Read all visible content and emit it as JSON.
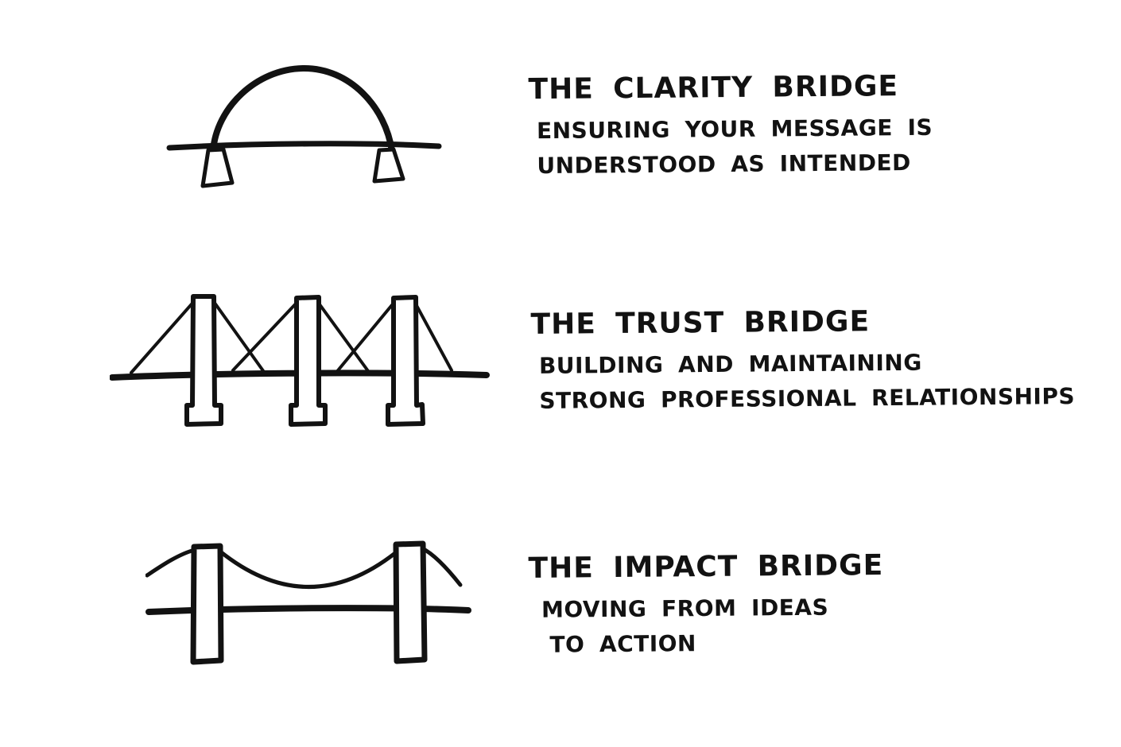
{
  "page": {
    "background_color": "#ffffff",
    "ink_color": "#121212",
    "style": "hand-drawn sketchnote"
  },
  "sections": [
    {
      "id": "clarity",
      "icon": "arch-bridge-icon",
      "title": "THE CLARITY BRIDGE",
      "subtitle_lines": [
        "ENSURING YOUR MESSAGE IS",
        "UNDERSTOOD AS INTENDED"
      ]
    },
    {
      "id": "trust",
      "icon": "cable-stayed-bridge-icon",
      "title": "THE TRUST BRIDGE",
      "subtitle_lines": [
        "BUILDING AND MAINTAINING",
        "STRONG PROFESSIONAL RELATIONSHIPS"
      ]
    },
    {
      "id": "impact",
      "icon": "suspension-bridge-icon",
      "title": "THE IMPACT BRIDGE",
      "subtitle_lines": [
        "MOVING FROM IDEAS",
        "TO ACTION"
      ]
    }
  ]
}
